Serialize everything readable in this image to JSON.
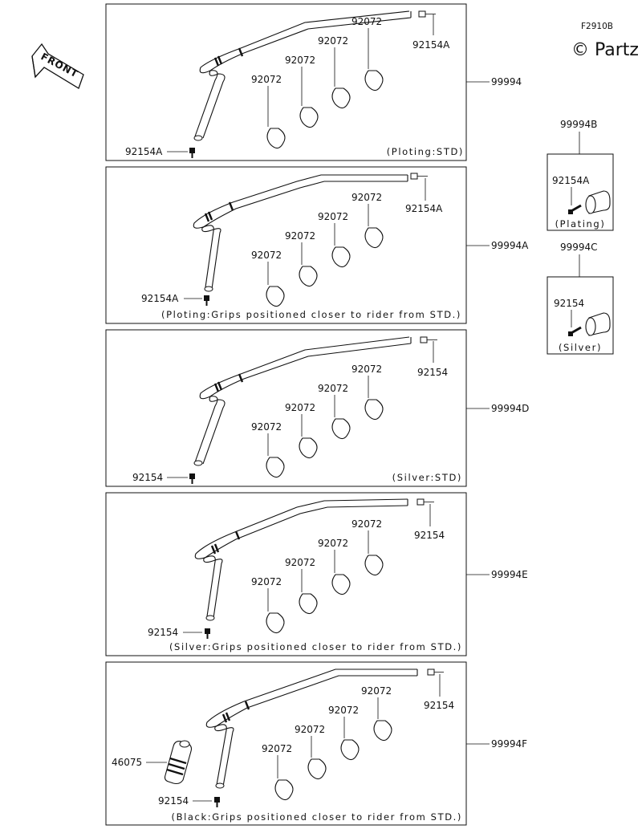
{
  "header": {
    "figure_code": "F2910B",
    "copyright": "© Partz"
  },
  "front_arrow": {
    "label": "FRONT",
    "icon": "front-direction-arrow-icon"
  },
  "panels": [
    {
      "assembly": "99994",
      "caption": "(Ploting:STD)",
      "bolt": "92154A",
      "bolt_lower": "92154A",
      "clamps": [
        "92072",
        "92072",
        "92072",
        "92072"
      ]
    },
    {
      "assembly": "99994A",
      "caption": "(Ploting:Grips positioned closer to rider from STD.)",
      "bolt": "92154A",
      "bolt_lower": "92154A",
      "clamps": [
        "92072",
        "92072",
        "92072",
        "92072"
      ]
    },
    {
      "assembly": "99994D",
      "caption": "(Silver:STD)",
      "bolt": "92154",
      "bolt_lower": "92154",
      "clamps": [
        "92072",
        "92072",
        "92072",
        "92072"
      ]
    },
    {
      "assembly": "99994E",
      "caption": "(Silver:Grips positioned closer to rider from STD.)",
      "bolt": "92154",
      "bolt_lower": "92154",
      "clamps": [
        "92072",
        "92072",
        "92072",
        "92072"
      ]
    },
    {
      "assembly": "99994F",
      "caption": "(Black:Grips positioned closer to rider from STD.)",
      "bolt": "92154",
      "bolt_lower": "92154",
      "clamps": [
        "92072",
        "92072",
        "92072",
        "92072"
      ],
      "grip": "46075"
    }
  ],
  "side_kits": [
    {
      "assembly": "99994B",
      "bolt": "92154A",
      "caption": "(Plating)"
    },
    {
      "assembly": "99994C",
      "bolt": "92154",
      "caption": "(Silver)"
    }
  ]
}
